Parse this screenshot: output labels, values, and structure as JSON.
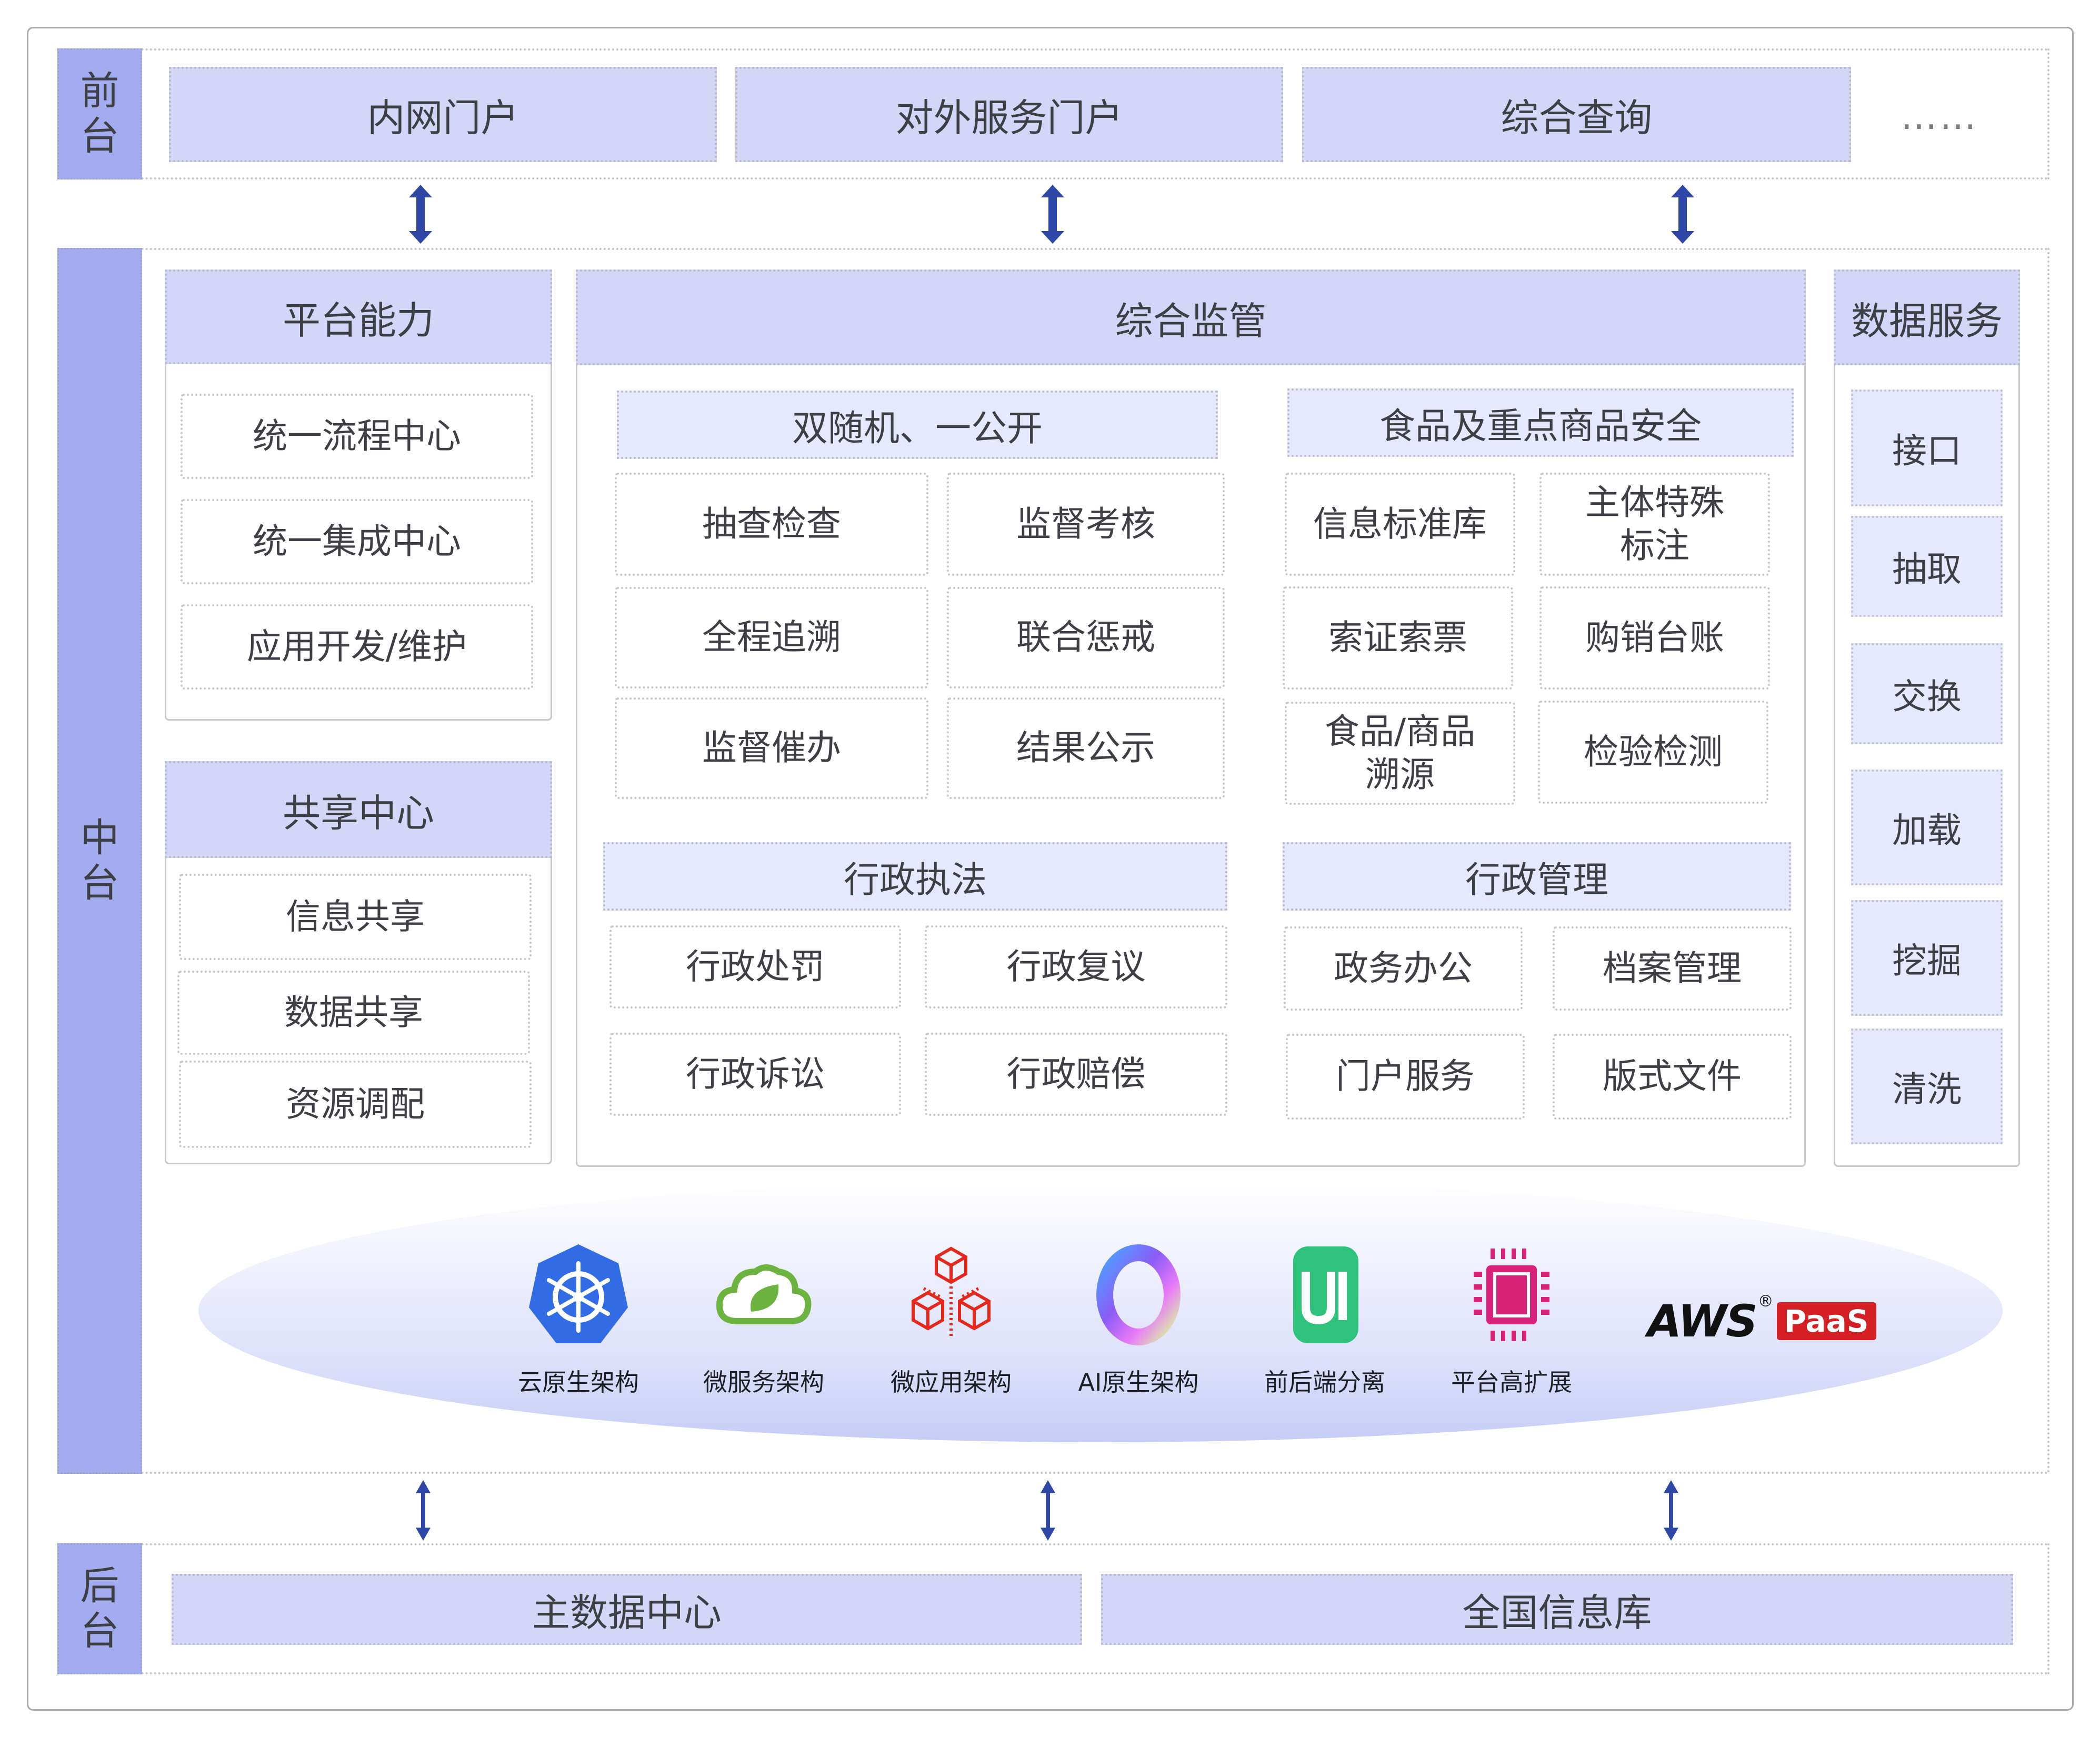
{
  "layers": {
    "front": {
      "label_chars": [
        "前",
        "台"
      ]
    },
    "middle": {
      "label_chars": [
        "中",
        "台"
      ]
    },
    "back": {
      "label_chars": [
        "后",
        "台"
      ]
    }
  },
  "front": {
    "portals": [
      "内网门户",
      "对外服务门户",
      "综合查询"
    ],
    "more": "……"
  },
  "platform_capability": {
    "title": "平台能力",
    "items": [
      "统一流程中心",
      "统一集成中心",
      "应用开发/维护"
    ]
  },
  "sharing_center": {
    "title": "共享中心",
    "items": [
      "信息共享",
      "数据共享",
      "资源调配"
    ]
  },
  "supervision": {
    "title": "综合监管",
    "double_random": {
      "title": "双随机、一公开",
      "items": [
        "抽查检查",
        "监督考核",
        "全程追溯",
        "联合惩戒",
        "监督催办",
        "结果公示"
      ]
    },
    "food_safety": {
      "title": "食品及重点商品安全",
      "items": [
        "信息标准库",
        "主体特殊\n标注",
        "索证索票",
        "购销台账",
        "食品/商品\n溯源",
        "检验检测"
      ]
    },
    "admin_law": {
      "title": "行政执法",
      "items": [
        "行政处罚",
        "行政复议",
        "行政诉讼",
        "行政赔偿"
      ]
    },
    "admin_mgmt": {
      "title": "行政管理",
      "items": [
        "政务办公",
        "档案管理",
        "门户服务",
        "版式文件"
      ]
    }
  },
  "data_service": {
    "title": "数据服务",
    "items": [
      "接口",
      "抽取",
      "交换",
      "加载",
      "挖掘",
      "清洗"
    ]
  },
  "tech": [
    {
      "icon": "kubernetes-icon",
      "label": "云原生架构",
      "color": "#326ce5"
    },
    {
      "icon": "spring-cloud-icon",
      "label": "微服务架构",
      "color": "#6db33f"
    },
    {
      "icon": "cubes-icon",
      "label": "微应用架构",
      "color": "#e5281c"
    },
    {
      "icon": "ai-ring-icon",
      "label": "AI原生架构",
      "color": "#7b6cf6"
    },
    {
      "icon": "ui-icon",
      "label": "前后端分离",
      "color": "#2ec27a"
    },
    {
      "icon": "chip-icon",
      "label": "平台高扩展",
      "color": "#d9237a"
    }
  ],
  "brand": {
    "name": "AWS",
    "registered": "®",
    "badge": "PaaS",
    "badge_color": "#d42025"
  },
  "back": {
    "items": [
      "主数据中心",
      "全国信息库"
    ]
  },
  "colors": {
    "side": "#a4acf0",
    "header": "#d3d6f6",
    "sub": "#e6e8fd",
    "arrow": "#2f48a8"
  }
}
